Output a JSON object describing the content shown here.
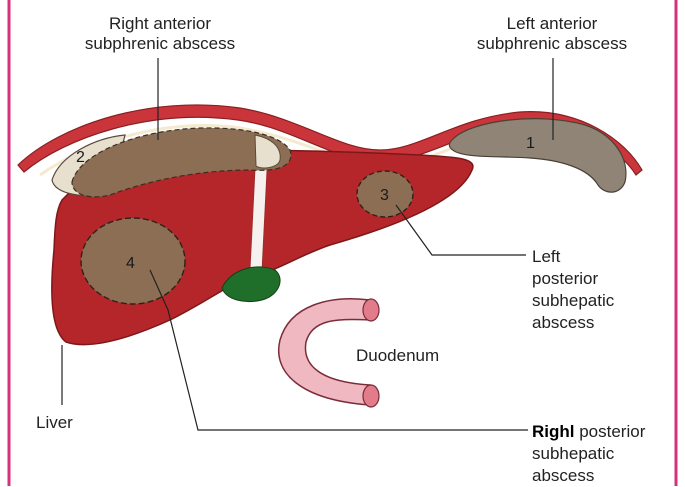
{
  "labels": {
    "right_anterior_line1": "Right anterior",
    "right_anterior_line2": "subphrenic abscess",
    "left_anterior_line1": "Left anterior",
    "left_anterior_line2": "subphrenic abscess",
    "left_posterior_line1": "Left",
    "left_posterior_line2": "posterior",
    "left_posterior_line3": "subhepatic",
    "left_posterior_line4": "abscess",
    "duodenum": "Duodenum",
    "liver": "Liver",
    "right_posterior_line1a": "Righl",
    "right_posterior_line1b": " posterior",
    "right_posterior_line2": "subhepatic",
    "right_posterior_line3": "abscess"
  },
  "numbers": {
    "n1": "1",
    "n2": "2",
    "n3": "3",
    "n4": "4"
  },
  "colors": {
    "frame": "#d6307f",
    "diaphragm": "#c9353a",
    "liver": "#b5262a",
    "abscess": "#8c6e55",
    "duodenum": "#f0b8c0",
    "gallbladder": "#1f6e2a"
  }
}
